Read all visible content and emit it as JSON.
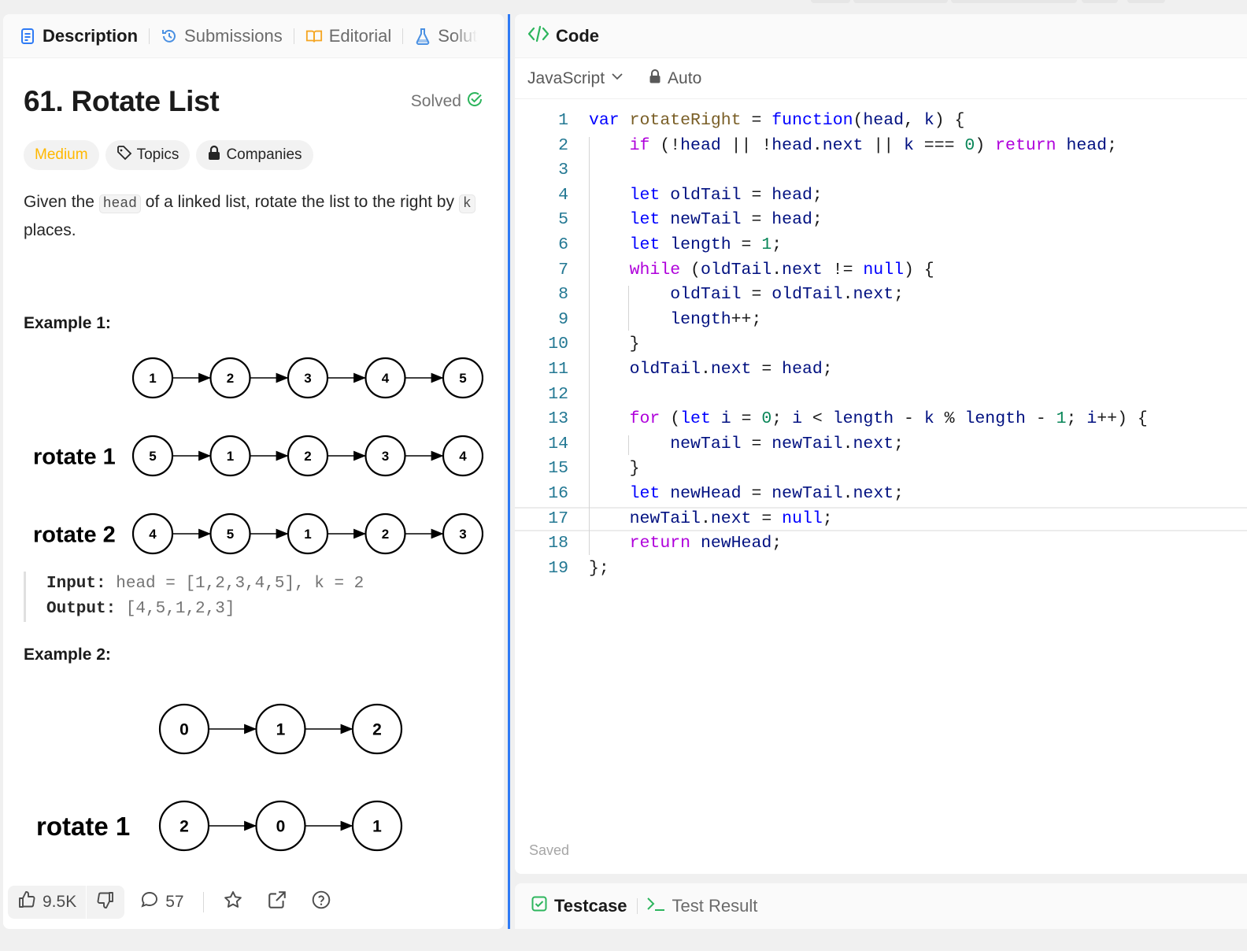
{
  "tabs": [
    {
      "label": "Description"
    },
    {
      "label": "Submissions"
    },
    {
      "label": "Editorial"
    },
    {
      "label": "Solut"
    }
  ],
  "problem": {
    "title": "61. Rotate List",
    "status": "Solved",
    "difficulty": "Medium",
    "topics_label": "Topics",
    "companies_label": "Companies",
    "desc_1": "Given the ",
    "desc_code_head": "head",
    "desc_2": " of a linked list, rotate the list to the right by ",
    "desc_code_k": "k",
    "desc_3": " places."
  },
  "example1": {
    "heading": "Example 1:",
    "rows": [
      {
        "label": "",
        "nodes": [
          "1",
          "2",
          "3",
          "4",
          "5"
        ]
      },
      {
        "label": "rotate 1",
        "nodes": [
          "5",
          "1",
          "2",
          "3",
          "4"
        ]
      },
      {
        "label": "rotate 2",
        "nodes": [
          "4",
          "5",
          "1",
          "2",
          "3"
        ]
      }
    ],
    "input_label": "Input:",
    "input_value": "head = [1,2,3,4,5], k = 2",
    "output_label": "Output:",
    "output_value": "[4,5,1,2,3]"
  },
  "example2": {
    "heading": "Example 2:",
    "rows": [
      {
        "label": "",
        "nodes": [
          "0",
          "1",
          "2"
        ]
      },
      {
        "label": "rotate 1",
        "nodes": [
          "2",
          "0",
          "1"
        ]
      }
    ]
  },
  "footer": {
    "likes": "9.5K",
    "comments": "57"
  },
  "editor": {
    "title": "Code",
    "language": "JavaScript",
    "mode": "Auto",
    "saved": "Saved",
    "current_line": 17,
    "lines": [
      "var rotateRight = function(head, k) {",
      "    if (!head || !head.next || k === 0) return head;",
      "",
      "    let oldTail = head;",
      "    let newTail = head;",
      "    let length = 1;",
      "    while (oldTail.next != null) {",
      "        oldTail = oldTail.next;",
      "        length++;",
      "    }",
      "    oldTail.next = head;",
      "",
      "    for (let i = 0; i < length - k % length - 1; i++) {",
      "        newTail = newTail.next;",
      "    }",
      "    let newHead = newTail.next;",
      "    newTail.next = null;",
      "    return newHead;",
      "};"
    ]
  },
  "test_panel": {
    "testcase_label": "Testcase",
    "result_label": "Test Result"
  },
  "colors": {
    "accent": "#2f7bf5",
    "medium": "#ffb800",
    "solved": "#2db55d"
  }
}
